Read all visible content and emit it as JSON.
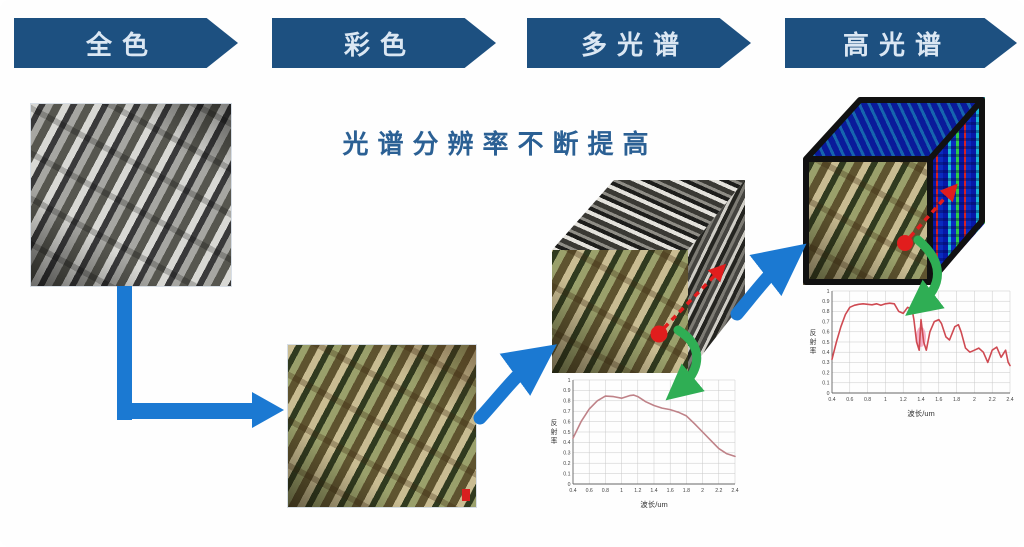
{
  "title": "光谱分辨率不断提高",
  "banners": [
    {
      "label": "全色"
    },
    {
      "label": "彩色"
    },
    {
      "label": "多光谱"
    },
    {
      "label": "高光谱"
    }
  ],
  "images": {
    "panchromatic": "panchromatic-aerial-image",
    "color": "color-aerial-image",
    "multispectral_cube": "multispectral-data-cube",
    "hyperspectral_cube": "hyperspectral-data-cube"
  },
  "colors": {
    "banner_bg": "#1d5080",
    "banner_text": "#dbe7f3",
    "title_text": "#2b6094",
    "flow_arrow_blue": "#1b79d2",
    "pick_arrow_green": "#2fae54",
    "marker_red": "#e11d1d",
    "curve_multispectral": "#bf8288",
    "curve_hyperspectral": "#cf4a52"
  },
  "chart_data": [
    {
      "type": "line",
      "title": "",
      "xlabel": "波长/um",
      "ylabel": "反射率",
      "xlim": [
        0.4,
        2.4
      ],
      "ylim": [
        0,
        1
      ],
      "grid": true,
      "x_ticks": [
        "0.4",
        "0.6",
        "0.8",
        "1",
        "1.2",
        "1.4",
        "1.6",
        "1.8",
        "2",
        "2.2",
        "2.4"
      ],
      "y_ticks": [
        "0",
        "0.1",
        "0.2",
        "0.3",
        "0.4",
        "0.5",
        "0.6",
        "0.7",
        "0.8",
        "0.9",
        "1"
      ],
      "color": "#bf8288",
      "points": [
        [
          0.4,
          0.44
        ],
        [
          0.5,
          0.6
        ],
        [
          0.6,
          0.72
        ],
        [
          0.7,
          0.8
        ],
        [
          0.8,
          0.845
        ],
        [
          0.9,
          0.84
        ],
        [
          1.0,
          0.825
        ],
        [
          1.1,
          0.85
        ],
        [
          1.15,
          0.855
        ],
        [
          1.2,
          0.84
        ],
        [
          1.3,
          0.79
        ],
        [
          1.4,
          0.755
        ],
        [
          1.5,
          0.73
        ],
        [
          1.6,
          0.715
        ],
        [
          1.7,
          0.69
        ],
        [
          1.8,
          0.655
        ],
        [
          1.9,
          0.58
        ],
        [
          2.0,
          0.5
        ],
        [
          2.1,
          0.42
        ],
        [
          2.2,
          0.34
        ],
        [
          2.3,
          0.29
        ],
        [
          2.4,
          0.265
        ]
      ]
    },
    {
      "type": "line",
      "title": "",
      "xlabel": "波长/um",
      "ylabel": "反射率",
      "xlim": [
        0.4,
        2.4
      ],
      "ylim": [
        0,
        1
      ],
      "grid": true,
      "x_ticks": [
        "0.4",
        "0.6",
        "0.8",
        "1",
        "1.2",
        "1.4",
        "1.6",
        "1.8",
        "2",
        "2.2",
        "2.4"
      ],
      "y_ticks": [
        "0",
        "0.1",
        "0.2",
        "0.3",
        "0.4",
        "0.5",
        "0.6",
        "0.7",
        "0.8",
        "0.9",
        "1"
      ],
      "color": "#cf4a52",
      "highlight": {
        "x": 1.4,
        "y": 0.55,
        "color": "#f06a9a"
      },
      "points": [
        [
          0.4,
          0.33
        ],
        [
          0.45,
          0.5
        ],
        [
          0.5,
          0.65
        ],
        [
          0.55,
          0.77
        ],
        [
          0.6,
          0.84
        ],
        [
          0.65,
          0.86
        ],
        [
          0.7,
          0.87
        ],
        [
          0.75,
          0.875
        ],
        [
          0.8,
          0.87
        ],
        [
          0.85,
          0.865
        ],
        [
          0.9,
          0.875
        ],
        [
          0.95,
          0.86
        ],
        [
          1.0,
          0.875
        ],
        [
          1.05,
          0.88
        ],
        [
          1.1,
          0.875
        ],
        [
          1.15,
          0.8
        ],
        [
          1.2,
          0.78
        ],
        [
          1.25,
          0.84
        ],
        [
          1.3,
          0.82
        ],
        [
          1.32,
          0.72
        ],
        [
          1.35,
          0.5
        ],
        [
          1.38,
          0.42
        ],
        [
          1.4,
          0.72
        ],
        [
          1.43,
          0.5
        ],
        [
          1.46,
          0.42
        ],
        [
          1.5,
          0.6
        ],
        [
          1.55,
          0.7
        ],
        [
          1.6,
          0.72
        ],
        [
          1.63,
          0.68
        ],
        [
          1.68,
          0.55
        ],
        [
          1.72,
          0.52
        ],
        [
          1.78,
          0.65
        ],
        [
          1.82,
          0.67
        ],
        [
          1.85,
          0.6
        ],
        [
          1.9,
          0.44
        ],
        [
          1.95,
          0.4
        ],
        [
          2.0,
          0.42
        ],
        [
          2.05,
          0.44
        ],
        [
          2.1,
          0.4
        ],
        [
          2.15,
          0.3
        ],
        [
          2.2,
          0.42
        ],
        [
          2.25,
          0.45
        ],
        [
          2.3,
          0.35
        ],
        [
          2.35,
          0.42
        ],
        [
          2.38,
          0.3
        ],
        [
          2.4,
          0.27
        ]
      ]
    }
  ]
}
